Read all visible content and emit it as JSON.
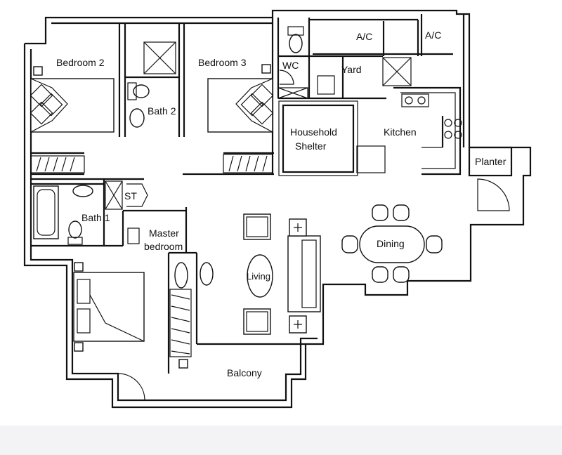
{
  "rooms": {
    "bedroom2": "Bedroom 2",
    "bedroom3": "Bedroom 3",
    "bath2": "Bath 2",
    "wc": "WC",
    "yard": "Yard",
    "ac1": "A/C",
    "ac2": "A/C",
    "household": "Household",
    "shelter": "Shelter",
    "kitchen": "Kitchen",
    "planter": "Planter",
    "st": "ST",
    "bath1": "Bath 1",
    "master1": "Master",
    "master2": "bedroom",
    "living": "Living",
    "dining": "Dining",
    "balcony": "Balcony"
  },
  "colors": {
    "line": "#111111",
    "background": "#ffffff",
    "footer_band": "#f3f3f5"
  }
}
